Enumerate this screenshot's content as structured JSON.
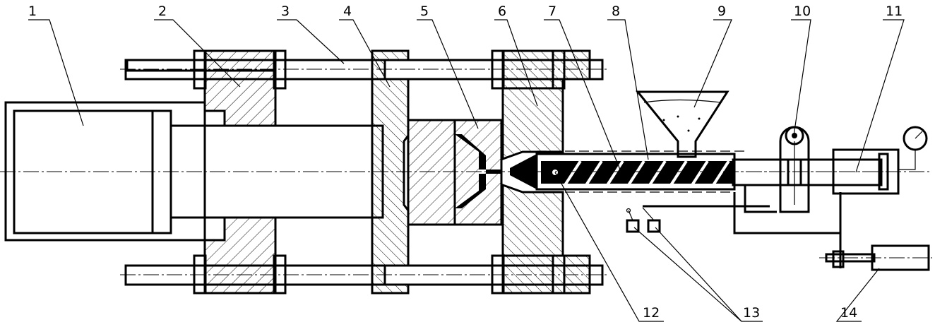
{
  "labels": [
    {
      "id": "1",
      "text": "1"
    },
    {
      "id": "2",
      "text": "2"
    },
    {
      "id": "3",
      "text": "3"
    },
    {
      "id": "4",
      "text": "4"
    },
    {
      "id": "5",
      "text": "5"
    },
    {
      "id": "6",
      "text": "6"
    },
    {
      "id": "7",
      "text": "7"
    },
    {
      "id": "8",
      "text": "8"
    },
    {
      "id": "9",
      "text": "9"
    },
    {
      "id": "10",
      "text": "10"
    },
    {
      "id": "11",
      "text": "11"
    },
    {
      "id": "12",
      "text": "12"
    },
    {
      "id": "13",
      "text": "13"
    },
    {
      "id": "14",
      "text": "14"
    }
  ]
}
